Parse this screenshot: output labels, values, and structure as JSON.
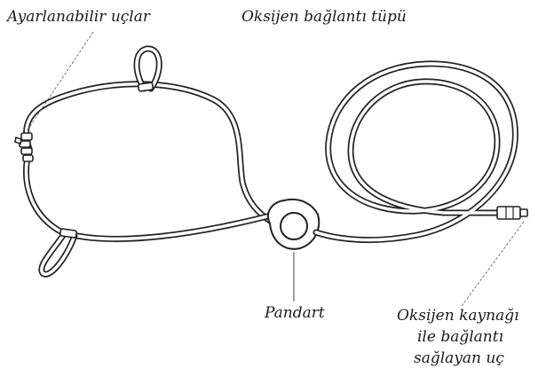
{
  "labels": {
    "adjustable_ends": "Ayarlanabilir uçlar",
    "oxygen_tube": "Oksijen bağlantı tüpü",
    "pendant": "Pandart",
    "source_end_line1": "Oksijen kaynağı",
    "source_end_line2": "ile bağlantı",
    "source_end_line3": "sağlayan uç"
  }
}
